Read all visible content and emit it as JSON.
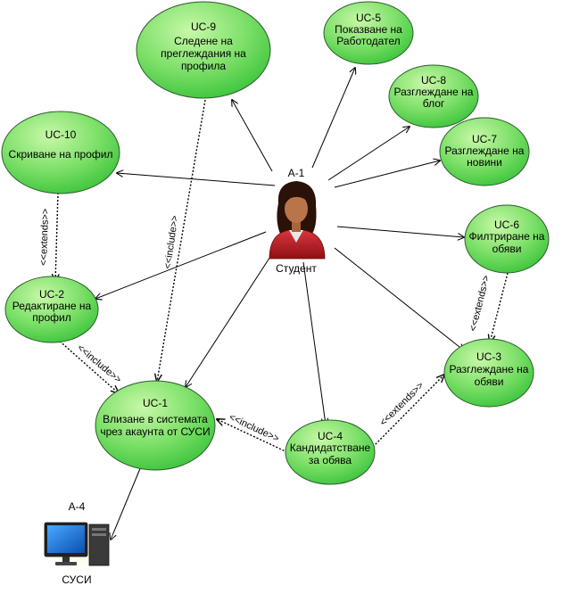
{
  "diagram": {
    "colors": {
      "ellipse_fill_light": "#b9f59a",
      "ellipse_fill_dark": "#3bc43b",
      "line": "#000000"
    },
    "use_cases": {
      "uc1": {
        "id": "UC-1",
        "lines": [
          "Влизане в системата",
          "чрез акаунта от СУСИ"
        ]
      },
      "uc2": {
        "id": "UC-2",
        "lines": [
          "Редактиране на",
          "профил"
        ]
      },
      "uc3": {
        "id": "UC-3",
        "lines": [
          "Разглеждане на",
          "обяви"
        ]
      },
      "uc4": {
        "id": "UC-4",
        "lines": [
          "Кандидатстване",
          "за обява"
        ]
      },
      "uc5": {
        "id": "UC-5",
        "lines": [
          "Показване на",
          "Работодател"
        ]
      },
      "uc6": {
        "id": "UC-6",
        "lines": [
          "Филтриране на",
          "обяви"
        ]
      },
      "uc7": {
        "id": "UC-7",
        "lines": [
          "Разглеждане на",
          "новини"
        ]
      },
      "uc8": {
        "id": "UC-8",
        "lines": [
          "Разглеждане на",
          "блог"
        ]
      },
      "uc9": {
        "id": "UC-9",
        "lines": [
          "Следене на",
          "преглеждания на",
          "профила"
        ]
      },
      "uc10": {
        "id": "UC-10",
        "lines": [
          "Скриване на профил"
        ]
      }
    },
    "actors": {
      "student": {
        "id": "A-1",
        "name": "Студент",
        "icon": "female-user-icon"
      },
      "susi": {
        "id": "A-4",
        "name": "СУСИ",
        "icon": "computer-icon"
      }
    },
    "relations": {
      "extends_10_2": "<<extends>>",
      "include_9_1": "<<include>>",
      "include_2_1": "<<include>>",
      "include_4_1": "<<include>>",
      "extends_4_3": "<<extends>>",
      "extends_6_3": "<<extends>>"
    }
  }
}
